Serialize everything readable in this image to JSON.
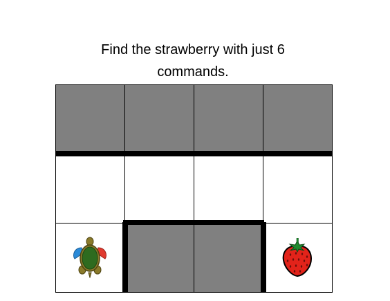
{
  "instruction": {
    "line1": "Find the strawberry with just 6",
    "line2": "commands."
  },
  "board": {
    "rows": 3,
    "cols": 4,
    "cells": [
      [
        "blocked",
        "blocked",
        "blocked",
        "blocked"
      ],
      [
        "open",
        "open",
        "open",
        "open"
      ],
      [
        "open",
        "blocked",
        "blocked",
        "open"
      ]
    ],
    "player": {
      "sprite": "turtle-icon",
      "row": 2,
      "col": 0
    },
    "goal": {
      "sprite": "strawberry-icon",
      "row": 2,
      "col": 3
    }
  },
  "colors": {
    "blocked": "#808080",
    "open": "#ffffff",
    "wall": "#000000",
    "turtle_shell": "#2e6b1f",
    "strawberry": "#e2231a"
  }
}
